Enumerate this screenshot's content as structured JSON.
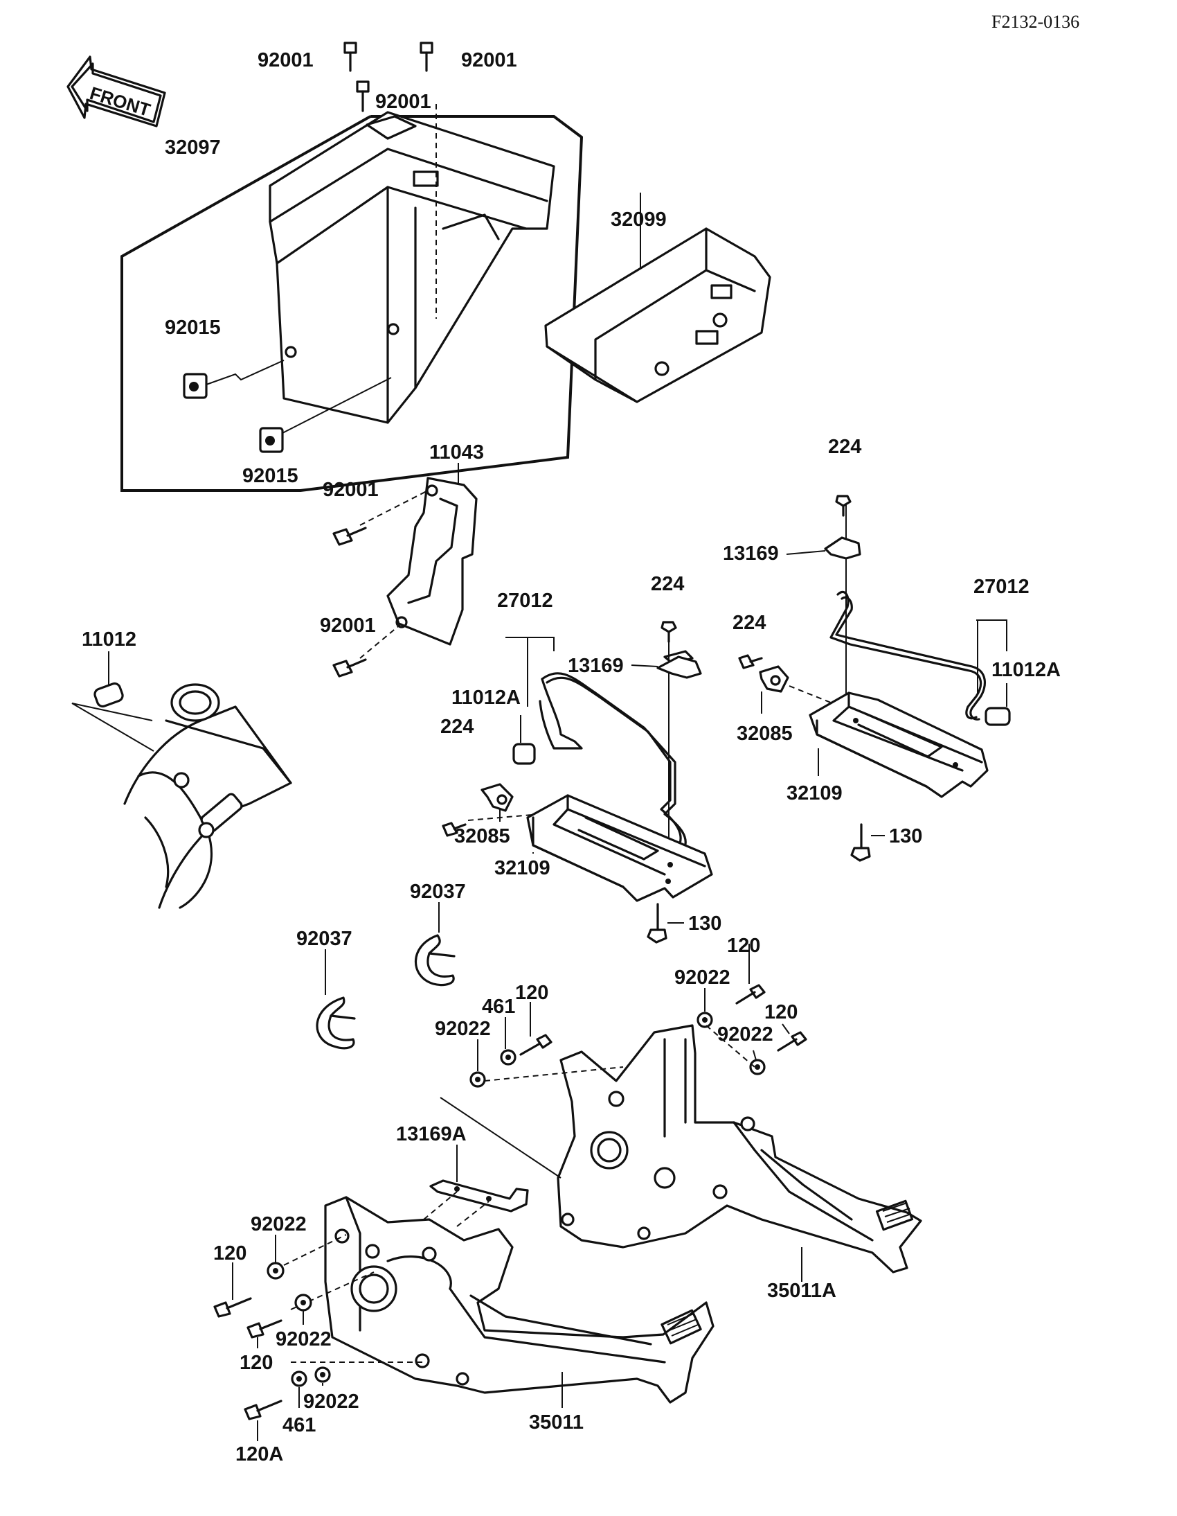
{
  "diagram_ref": "F2132-0136",
  "front_label": "FRONT",
  "labels": {
    "l_92001_a": "92001",
    "l_92001_b": "92001",
    "l_92001_c": "92001",
    "l_32097": "32097",
    "l_32099": "32099",
    "l_92015_a": "92015",
    "l_92015_b": "92015",
    "l_11043": "11043",
    "l_92001_d": "92001",
    "l_92001_e": "92001",
    "l_224_a": "224",
    "l_13169_a": "13169",
    "l_27012_a": "27012",
    "l_11012A_a": "11012A",
    "l_224_b": "224",
    "l_32085_a": "32085",
    "l_32109_a": "32109",
    "l_130_a": "130",
    "l_11012": "11012",
    "l_27012_b": "27012",
    "l_224_c": "224",
    "l_13169_b": "13169",
    "l_11012A_b": "11012A",
    "l_224_d": "224",
    "l_32085_b": "32085",
    "l_32109_b": "32109",
    "l_130_b": "130",
    "l_92037_a": "92037",
    "l_92037_b": "92037",
    "l_120_a": "120",
    "l_92022_a": "92022",
    "l_120_b": "120",
    "l_92022_b": "92022",
    "l_461_a": "461",
    "l_120_c": "120",
    "l_92022_c": "92022",
    "l_13169A": "13169A",
    "l_35011A": "35011A",
    "l_92022_d": "92022",
    "l_120_d": "120",
    "l_92022_e": "92022",
    "l_120_e": "120",
    "l_92022_f": "92022",
    "l_461_b": "461",
    "l_120A": "120A",
    "l_35011": "35011"
  }
}
